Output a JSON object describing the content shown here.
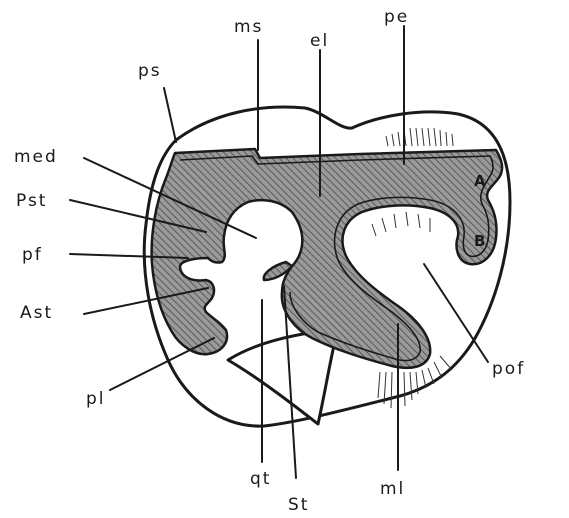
{
  "labels": {
    "ps": "ps",
    "ms": "ms",
    "el": "el",
    "pe": "pe",
    "med": "med",
    "Pst": "Pst",
    "pf": "pf",
    "Ast": "Ast",
    "pl": "pl",
    "qt": "qt",
    "St": "St",
    "ml": "ml",
    "pof": "pof",
    "A": "A",
    "B": "B"
  }
}
